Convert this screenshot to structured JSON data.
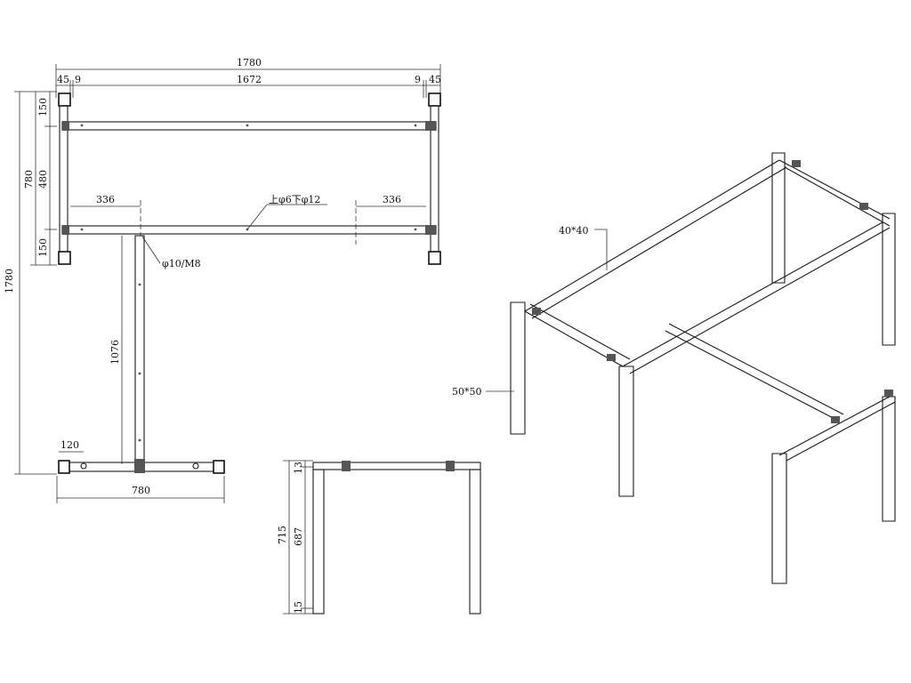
{
  "plan": {
    "overall_width": "1780",
    "leg_left": "45",
    "gap_left": "9",
    "inner_width": "1672",
    "gap_right": "9",
    "leg_right": "45",
    "overall_depth": "780",
    "beam_top_offset": "150",
    "beam_spacing": "480",
    "beam_bottom_offset": "150",
    "hole_offset_left": "336",
    "hole_offset_right": "336",
    "hole_note": "上φ6下φ12",
    "bolt_note": "φ10/M8",
    "return_length": "1076",
    "return_total": "1780",
    "foot_offset": "120",
    "foot_width": "780"
  },
  "elevation": {
    "total_height": "715",
    "inner_height": "687",
    "top_thickness": "13",
    "foot_height": "15"
  },
  "iso": {
    "beam_section": "40*40",
    "leg_section": "50*50"
  }
}
